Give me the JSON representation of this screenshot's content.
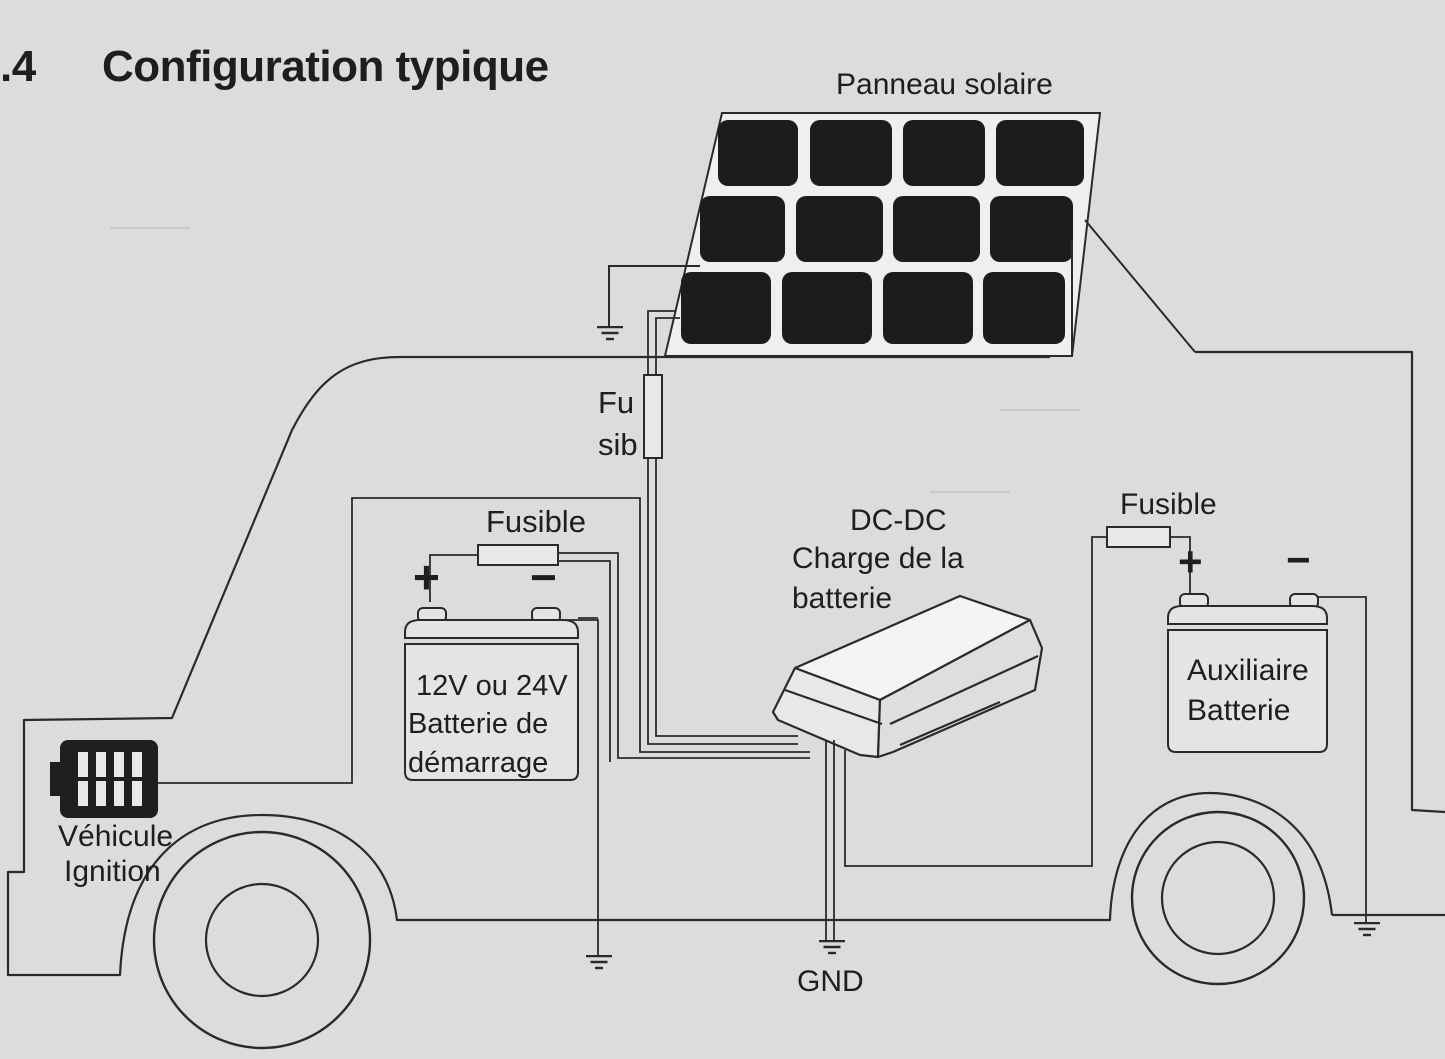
{
  "section": {
    "number": ".4",
    "title": "Configuration typique"
  },
  "labels": {
    "solar_panel": "Panneau solaire",
    "fuse_top_line1": "Fu",
    "fuse_top_line2": "sib",
    "fuse_left": "Fusible",
    "fuse_right": "Fusible",
    "dcdc_line1": "DC-DC",
    "dcdc_line2": "Charge de la",
    "dcdc_line3": "batterie",
    "start_battery_line1": "12V ou 24V",
    "start_battery_line2": "Batterie de",
    "start_battery_line3": "démarrage",
    "aux_battery_line1": "Auxiliaire",
    "aux_battery_line2": "Batterie",
    "vehicle_line1": "Véhicule",
    "vehicle_line2": "Ignition",
    "gnd": "GND",
    "plus": "+",
    "minus": "−"
  },
  "colors": {
    "line": "#2a2a2a",
    "panel_cell": "#1c1c1c",
    "background": "#dcdcdc"
  }
}
